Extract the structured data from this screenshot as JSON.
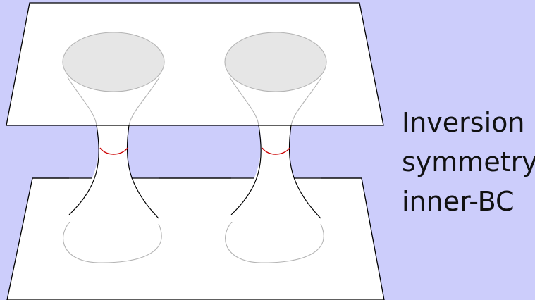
{
  "caption": {
    "lines": [
      "Inversion",
      "symmetry",
      "inner-BC"
    ]
  },
  "colors": {
    "background": "#cccdfb",
    "sheet_fill": "#ffffff",
    "sheet_edge": "#000000",
    "throat_ring": "#cc0000",
    "mouth_fill": "#e6e6e6",
    "faint_outline": "#b4b4b4"
  },
  "diagram": {
    "sheets": [
      "upper-sheet",
      "lower-sheet"
    ],
    "wormholes": [
      "left-wormhole",
      "right-wormhole"
    ]
  }
}
